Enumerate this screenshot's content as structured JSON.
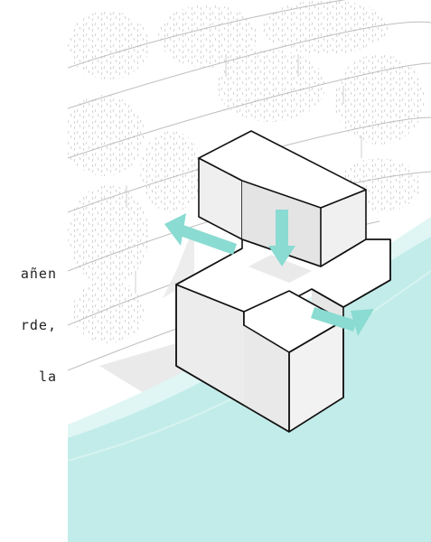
{
  "caption_fragment": {
    "lines": [
      "añen",
      "rde,",
      "la"
    ]
  },
  "colors": {
    "water": "#c2ece9",
    "water_edge": "#dff6f4",
    "arrow": "#8adbd2",
    "block_top": "#ffffff",
    "block_side_light": "#f2f2f2",
    "block_side_dark": "#e3e3e3",
    "outline": "#111111",
    "terrain_lines": "#bdbdbd",
    "trees": "#b5b5b5",
    "shadow": "#e6e6e6"
  },
  "icons": {
    "arrows": [
      "arrow-up-left",
      "arrow-down",
      "arrow-down-right"
    ]
  }
}
